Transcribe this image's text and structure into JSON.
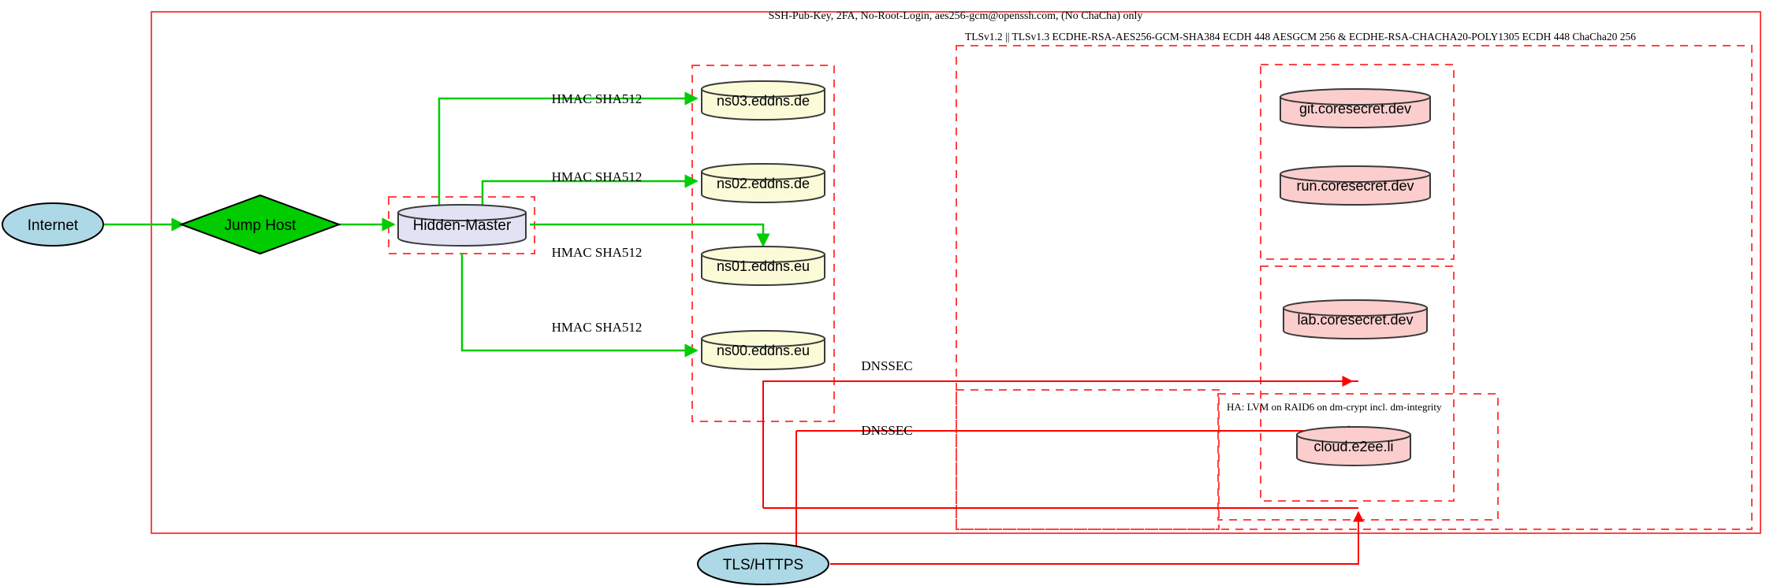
{
  "diagram": {
    "title_top": "SSH-Pub-Key, 2FA, No-Root-Login, aes256-gcm@openssh.com, (No ChaCha) only",
    "tls_boundary_label": "TLSv1.2 || TLSv1.3 ECDHE-RSA-AES256-GCM-SHA384 ECDH 448 AESGCM 256 & ECDHE-RSA-CHACHA20-POLY1305 ECDH 448 ChaCha20 256",
    "ha_boundary_label": "HA: LVM on RAID6 on dm-crypt incl. dm-integrity",
    "colors": {
      "boundary_red": "#ff0000",
      "edge_green": "#00cc00",
      "edge_red": "#ff0000",
      "internet_fill": "#add8e6",
      "jumphost_fill": "#00cc00",
      "master_fill": "#e2e2f5",
      "dns_fill": "#fbfbd8",
      "service_fill": "#fbcdcd"
    }
  },
  "nodes": {
    "internet": {
      "label": "Internet",
      "shape": "ellipse"
    },
    "jump_host": {
      "label": "Jump Host",
      "shape": "diamond"
    },
    "hidden_master": {
      "label": "Hidden-Master",
      "shape": "cylinder"
    },
    "tls_https": {
      "label": "TLS/HTTPS",
      "shape": "ellipse"
    },
    "ns03": {
      "label": "ns03.eddns.de",
      "shape": "cylinder"
    },
    "ns02": {
      "label": "ns02.eddns.de",
      "shape": "cylinder"
    },
    "ns01": {
      "label": "ns01.eddns.eu",
      "shape": "cylinder"
    },
    "ns00": {
      "label": "ns00.eddns.eu",
      "shape": "cylinder"
    },
    "git": {
      "label": "git.coresecret.dev",
      "shape": "cylinder"
    },
    "run": {
      "label": "run.coresecret.dev",
      "shape": "cylinder"
    },
    "lab": {
      "label": "lab.coresecret.dev",
      "shape": "cylinder"
    },
    "cloud": {
      "label": "cloud.e2ee.li",
      "shape": "cylinder"
    }
  },
  "edge_labels": {
    "hmac_ns03": "HMAC SHA512",
    "hmac_ns02": "HMAC SHA512",
    "hmac_ns01": "HMAC SHA512",
    "hmac_ns00": "HMAC SHA512",
    "dnssec_upper": "DNSSEC",
    "dnssec_lower": "DNSSEC"
  }
}
